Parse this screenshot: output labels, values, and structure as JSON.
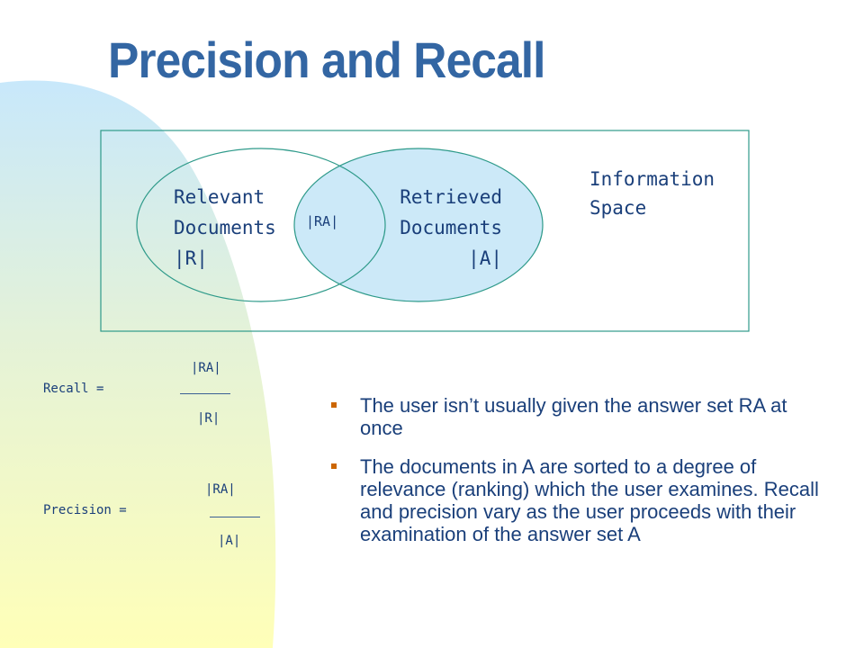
{
  "title": "Precision and Recall",
  "diagram": {
    "relevant_label": [
      "Relevant",
      "Documents",
      "|R|"
    ],
    "retrieved_label": [
      "Retrieved",
      "Documents",
      "|A|"
    ],
    "intersection_label": "|RA|",
    "space_label": [
      "Information",
      "Space"
    ]
  },
  "formulas": {
    "recall": {
      "label": "Recall =",
      "numerator": "|RA|",
      "denominator": "|R|"
    },
    "precision": {
      "label": "Precision =",
      "numerator": "|RA|",
      "denominator": "|A|"
    }
  },
  "bullets": [
    "The user isn’t usually given the answer set RA at once",
    "The documents in A are sorted  to a degree of relevance (ranking) which the user examines. Recall and precision vary as the user proceeds with their examination of the answer set A"
  ],
  "colors": {
    "title": "#3366a3",
    "circle_stroke": "#2e9a8a",
    "circle_fill": "#cce9f8",
    "text": "#1a3f7a",
    "bullet": "#cc6600"
  }
}
